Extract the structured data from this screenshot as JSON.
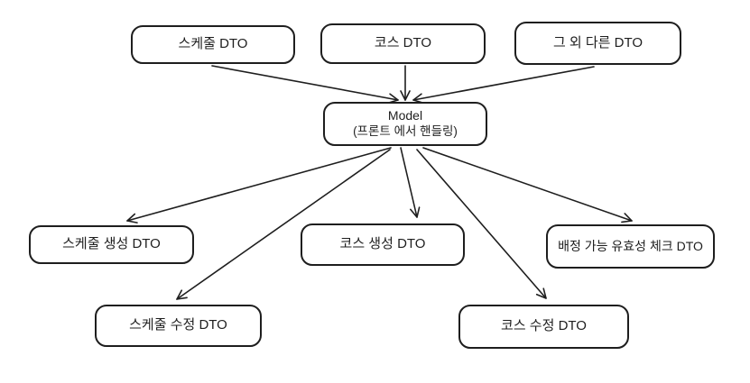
{
  "diagram": {
    "type": "flowchart",
    "background_color": "#ffffff",
    "stroke_color": "#1e1e1e",
    "nodes": {
      "schedule_dto": {
        "label": "스케줄 DTO"
      },
      "course_dto": {
        "label": "코스 DTO"
      },
      "other_dto": {
        "label": "그 외 다른 DTO"
      },
      "model": {
        "label": "Model",
        "sublabel": "(프론트 에서 핸들링)"
      },
      "schedule_create_dto": {
        "label": "스케줄 생성 DTO"
      },
      "course_create_dto": {
        "label": "코스 생성 DTO"
      },
      "assign_check_dto": {
        "label": "배정 가능 유효성 체크 DTO"
      },
      "schedule_update_dto": {
        "label": "스케줄 수정 DTO"
      },
      "course_update_dto": {
        "label": "코스 수정 DTO"
      }
    },
    "edges": [
      {
        "from": "schedule_dto",
        "to": "model"
      },
      {
        "from": "course_dto",
        "to": "model"
      },
      {
        "from": "other_dto",
        "to": "model"
      },
      {
        "from": "model",
        "to": "schedule_create_dto"
      },
      {
        "from": "model",
        "to": "schedule_update_dto"
      },
      {
        "from": "model",
        "to": "course_create_dto"
      },
      {
        "from": "model",
        "to": "course_update_dto"
      },
      {
        "from": "model",
        "to": "assign_check_dto"
      }
    ]
  }
}
